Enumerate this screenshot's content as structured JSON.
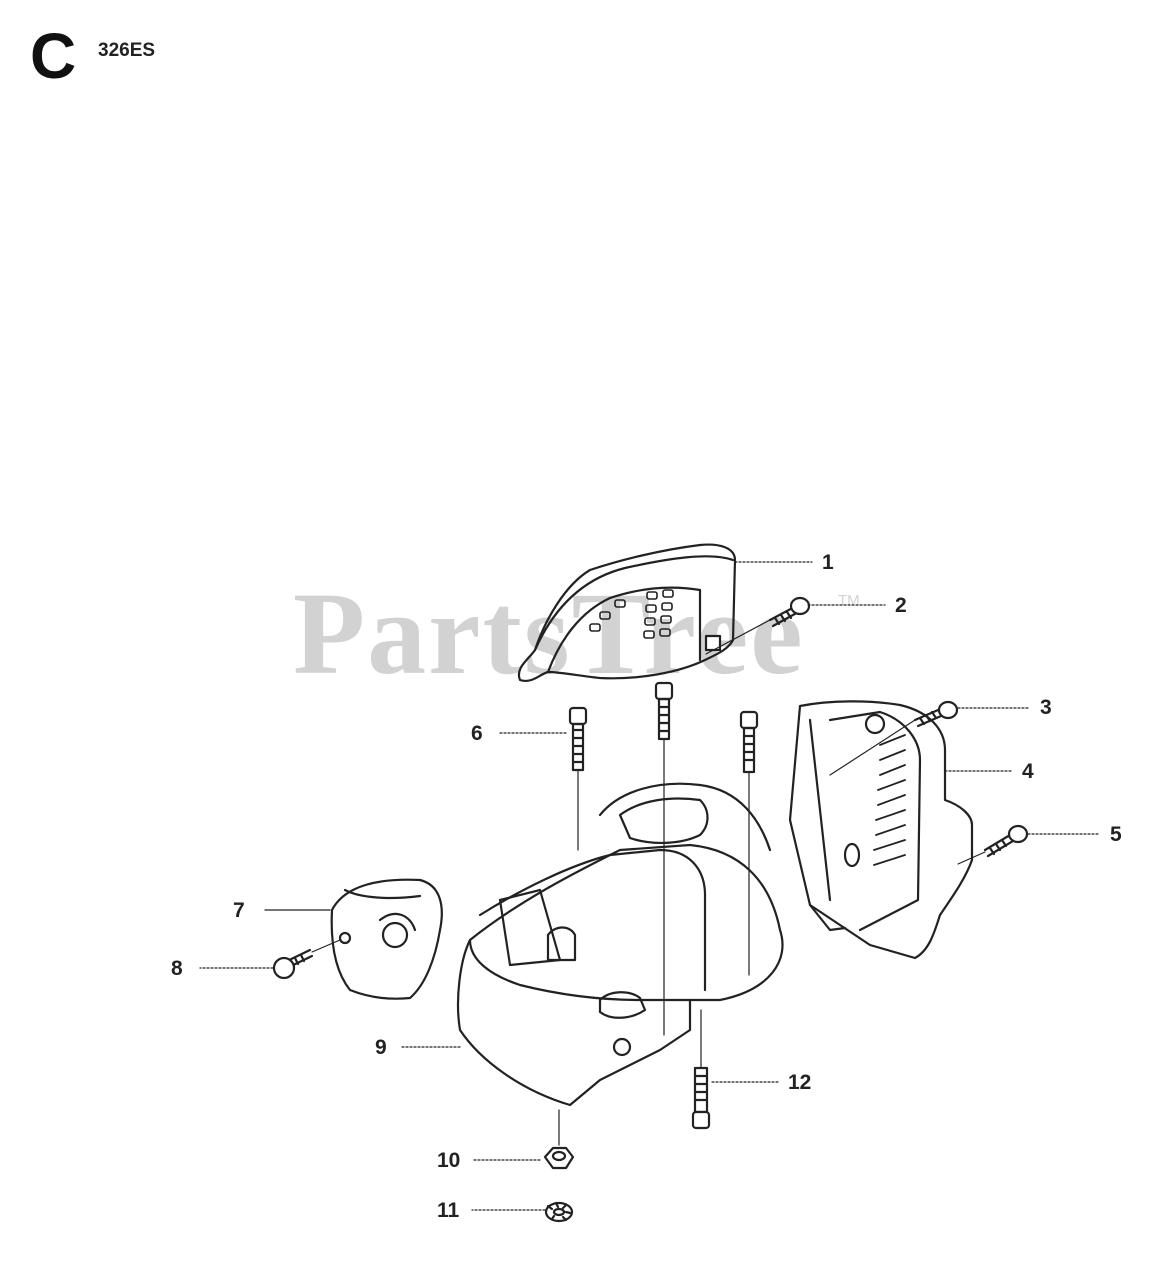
{
  "header": {
    "section": "C",
    "model": "326ES"
  },
  "watermark": {
    "text": "PartsTree",
    "tm": "TM"
  },
  "callouts": [
    {
      "id": "1",
      "label": "1"
    },
    {
      "id": "2",
      "label": "2"
    },
    {
      "id": "3",
      "label": "3"
    },
    {
      "id": "4",
      "label": "4"
    },
    {
      "id": "5",
      "label": "5"
    },
    {
      "id": "6",
      "label": "6"
    },
    {
      "id": "7",
      "label": "7"
    },
    {
      "id": "8",
      "label": "8"
    },
    {
      "id": "9",
      "label": "9"
    },
    {
      "id": "10",
      "label": "10"
    },
    {
      "id": "11",
      "label": "11"
    },
    {
      "id": "12",
      "label": "12"
    }
  ]
}
